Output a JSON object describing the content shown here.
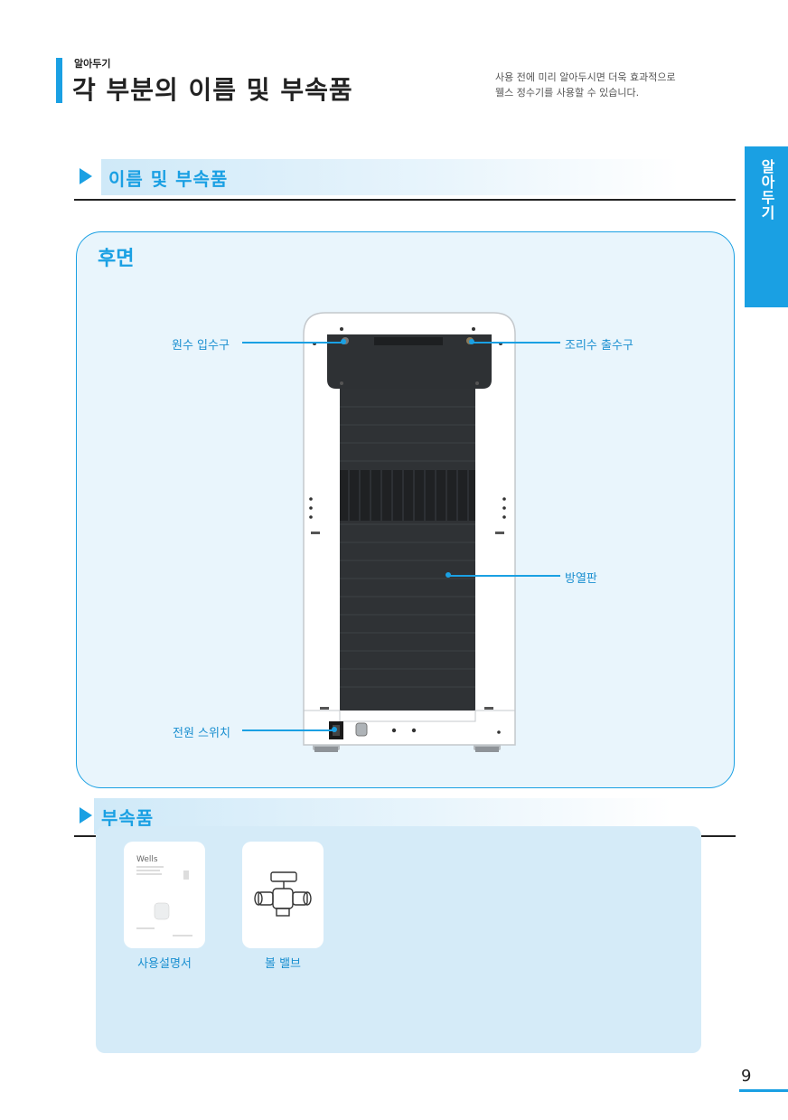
{
  "header": {
    "small_label": "알아두기",
    "title": "각 부분의 이름 및 부속품",
    "description_line1": "사용 전에 미리 알아두시면 더욱 효과적으로",
    "description_line2": "웰스 정수기를 사용할 수 있습니다."
  },
  "side_tab": {
    "label": "알아두기"
  },
  "section_names": {
    "title": "이름 및 부속품"
  },
  "rear": {
    "title": "후면",
    "callouts": {
      "raw_water_inlet": "원수 입수구",
      "cooking_water_outlet": "조리수 출수구",
      "heat_sink": "방열판",
      "power_switch": "전원 스위치"
    }
  },
  "section_accessories": {
    "title": "부속품"
  },
  "accessories": {
    "manual": {
      "label": "사용설명서",
      "brand": "Wells"
    },
    "ball_valve": {
      "label": "볼 밸브"
    }
  },
  "page": {
    "number": "9"
  },
  "colors": {
    "accent": "#1aa0e3",
    "panel": "#e9f5fc",
    "accessory_panel": "#d5ebf8"
  }
}
